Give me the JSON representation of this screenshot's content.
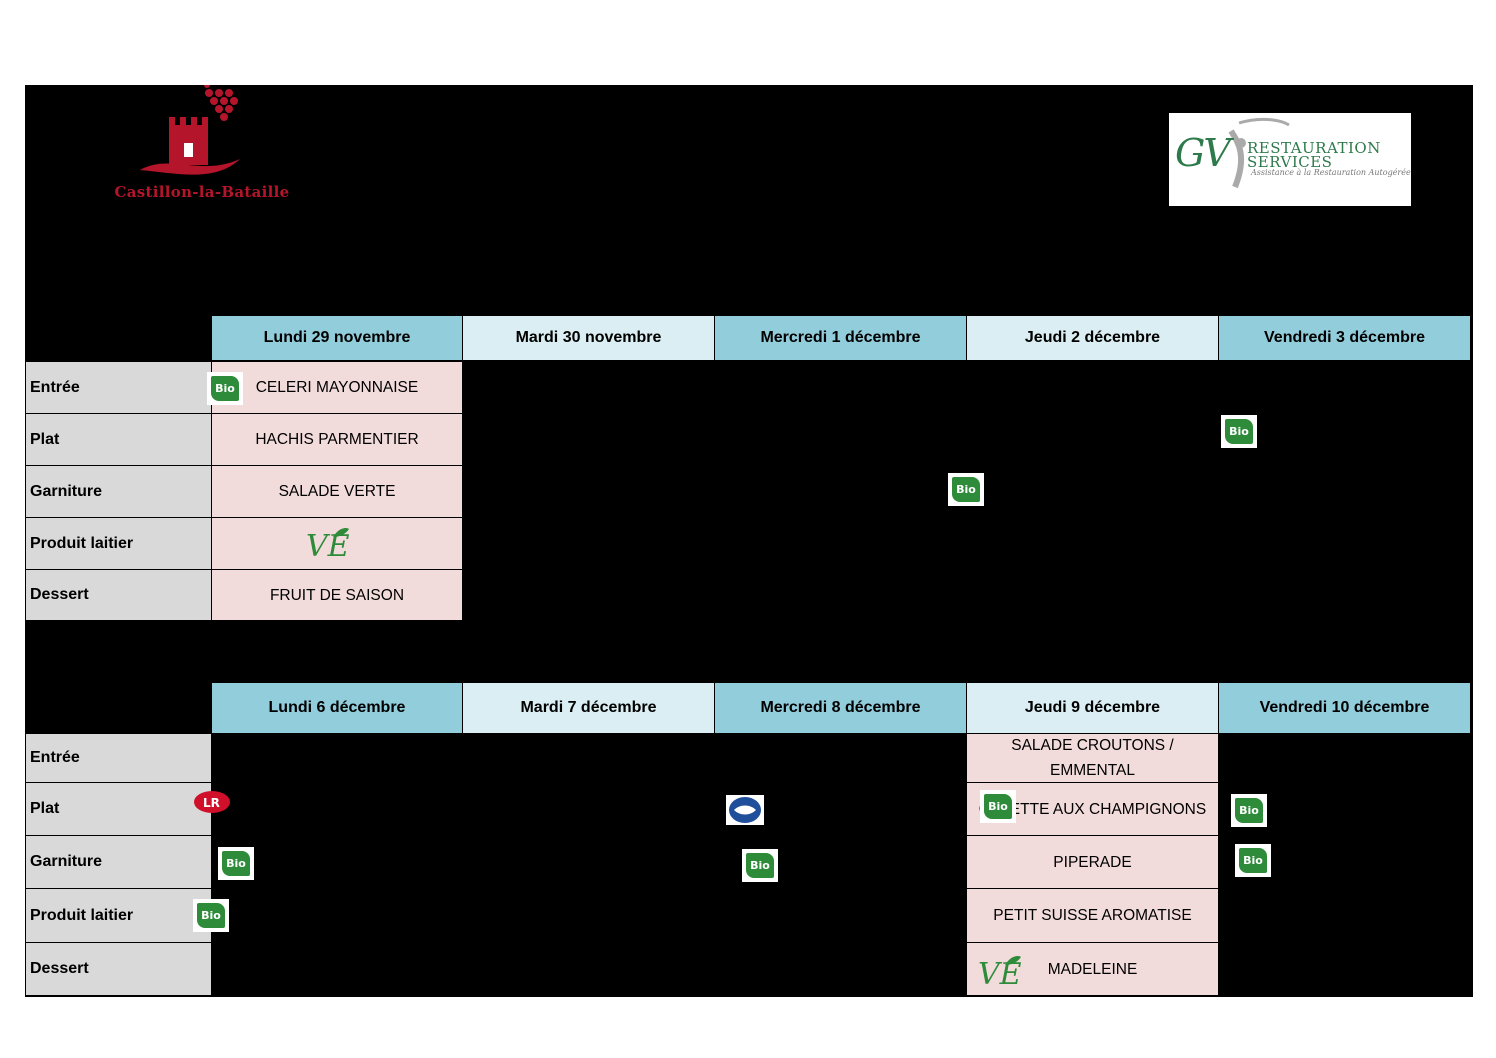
{
  "branding": {
    "town_name": "Castillon-la-Bataille",
    "caterer_initials": "GV",
    "caterer_line1": "RESTAURATION",
    "caterer_line2": "SERVICES",
    "caterer_tagline": "Assistance à la Restauration Autogérée"
  },
  "week1": {
    "days": [
      "Lundi 29 novembre",
      "Mardi 30 novembre",
      "Mercredi 1 décembre",
      "Jeudi 2 décembre",
      "Vendredi 3 décembre"
    ],
    "rows": [
      "Entrée",
      "Plat",
      "Garniture",
      "Produit laitier",
      "Dessert"
    ],
    "monday": [
      "CELERI MAYONNAISE",
      "HACHIS PARMENTIER",
      "SALADE VERTE",
      "",
      "FRUIT DE SAISON"
    ]
  },
  "week2": {
    "days": [
      "Lundi 6 décembre",
      "Mardi 7 décembre",
      "Mercredi 8 décembre",
      "Jeudi 9 décembre",
      "Vendredi 10 décembre"
    ],
    "rows": [
      "Entrée",
      "Plat",
      "Garniture",
      "Produit laitier",
      "Dessert"
    ],
    "thursday": [
      "SALADE CROUTONS / EMMENTAL",
      "GALETTE AUX CHAMPIGNONS",
      "PIPERADE",
      "PETIT SUISSE AROMATISE",
      "MADELEINE"
    ]
  },
  "badges": {
    "bio_label": "Bio",
    "label_rouge_text": "LR"
  },
  "colors": {
    "header_dark": "#92cddc",
    "header_light": "#daeef3",
    "row_label": "#d9d9d9",
    "dish_cell": "#f2dcdb",
    "bio_green": "#2e8b3a",
    "town_red": "#b5152b"
  }
}
